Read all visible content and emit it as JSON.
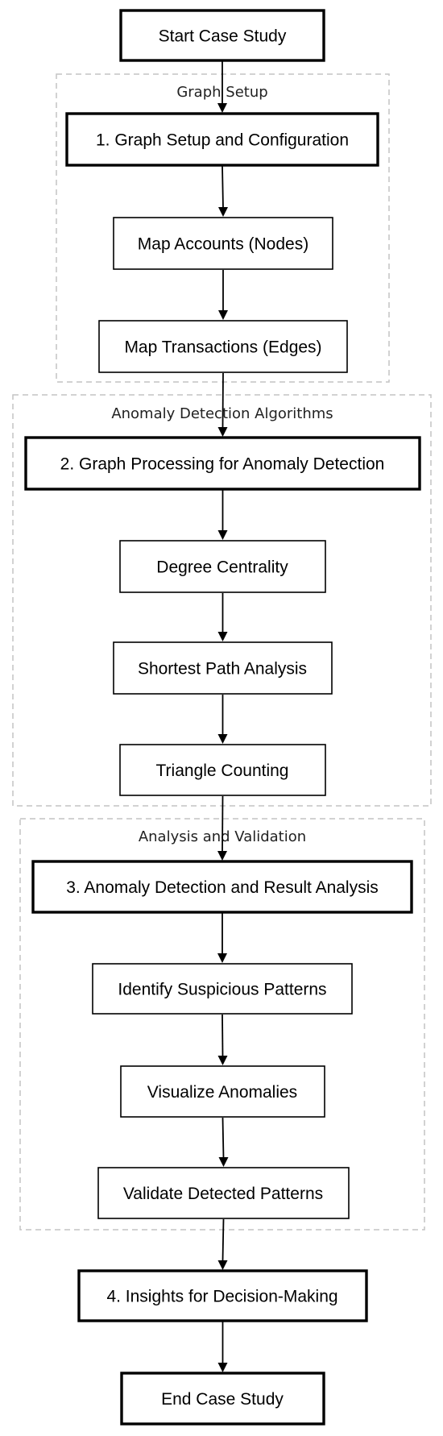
{
  "clusters": {
    "graph_setup": {
      "label": "Graph Setup"
    },
    "anomaly_detection": {
      "label": "Anomaly Detection Algorithms"
    },
    "analysis_validation": {
      "label": "Analysis and Validation"
    }
  },
  "nodes": {
    "start": "Start Case Study",
    "step1": "1. Graph Setup and Configuration",
    "map_accounts": "Map Accounts (Nodes)",
    "map_transactions": "Map Transactions (Edges)",
    "step2": "2. Graph Processing for Anomaly Detection",
    "degree_centrality": "Degree Centrality",
    "shortest_path": "Shortest Path Analysis",
    "triangle_counting": "Triangle Counting",
    "step3": "3. Anomaly Detection and Result Analysis",
    "identify_patterns": "Identify Suspicious Patterns",
    "visualize_anomalies": "Visualize Anomalies",
    "validate_patterns": "Validate Detected Patterns",
    "step4": "4. Insights for Decision-Making",
    "end": "End Case Study"
  },
  "edges": [
    [
      "start",
      "step1"
    ],
    [
      "step1",
      "map_accounts"
    ],
    [
      "map_accounts",
      "map_transactions"
    ],
    [
      "map_transactions",
      "step2"
    ],
    [
      "step2",
      "degree_centrality"
    ],
    [
      "degree_centrality",
      "shortest_path"
    ],
    [
      "shortest_path",
      "triangle_counting"
    ],
    [
      "triangle_counting",
      "step3"
    ],
    [
      "step3",
      "identify_patterns"
    ],
    [
      "identify_patterns",
      "visualize_anomalies"
    ],
    [
      "visualize_anomalies",
      "validate_patterns"
    ],
    [
      "validate_patterns",
      "step4"
    ],
    [
      "step4",
      "end"
    ]
  ]
}
